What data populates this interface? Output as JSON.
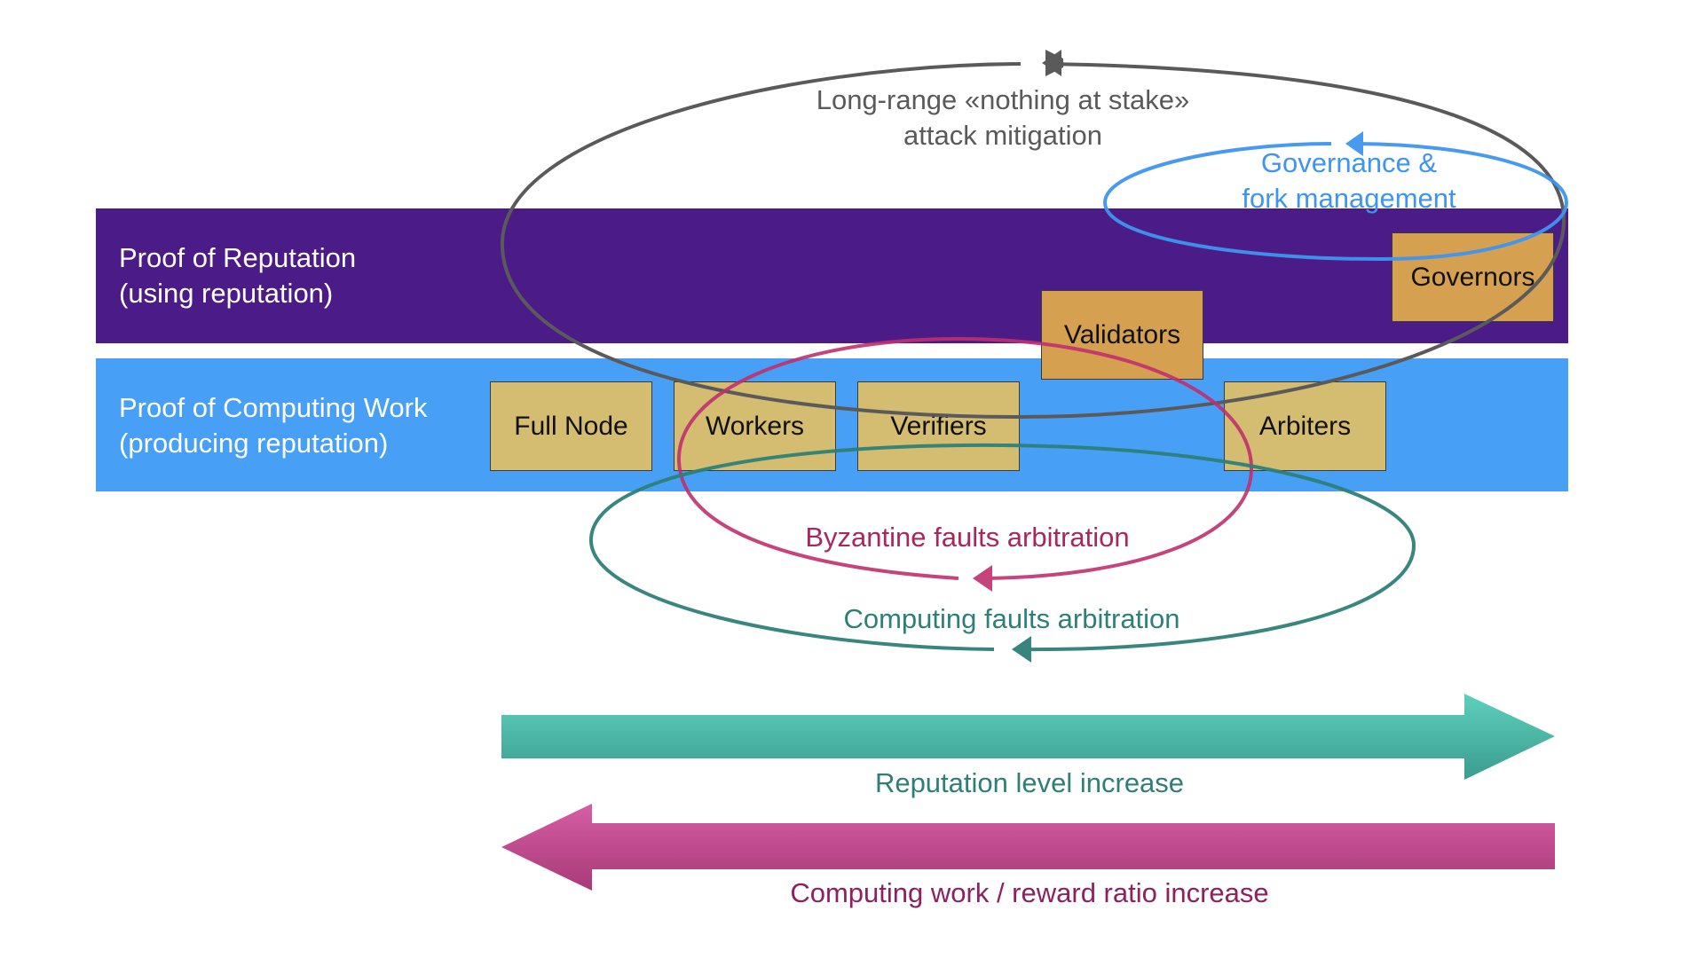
{
  "bands": {
    "reputation": {
      "label": "Proof of Reputation\n(using reputation)"
    },
    "computing": {
      "label": "Proof of Computing Work\n(producing reputation)"
    }
  },
  "nodes": {
    "full_node": "Full Node",
    "workers": "Workers",
    "verifiers": "Verifiers",
    "validators": "Validators",
    "arbiters": "Arbiters",
    "governors": "Governors"
  },
  "cycles": {
    "long_range": "Long-range «nothing at stake»\nattack mitigation",
    "governance": "Governance &\nfork management",
    "byzantine": "Byzantine faults arbitration",
    "computing_faults": "Computing faults arbitration"
  },
  "arrows": {
    "reputation_increase": "Reputation level increase",
    "ratio_increase": "Computing work / reward ratio increase"
  },
  "colors": {
    "purple_band": "#4b1c88",
    "blue_band": "#48a0f6",
    "node_fill": "#d4bc70",
    "node_fill_orange": "#d5a050",
    "long_range_loop": "#5a5a5a",
    "governance_loop": "#3e95f0",
    "byzantine_loop": "#c0306e",
    "computing_loop": "#2d7f78",
    "teal_arrow": "#4fc1ad",
    "pink_arrow": "#c04a8c"
  }
}
